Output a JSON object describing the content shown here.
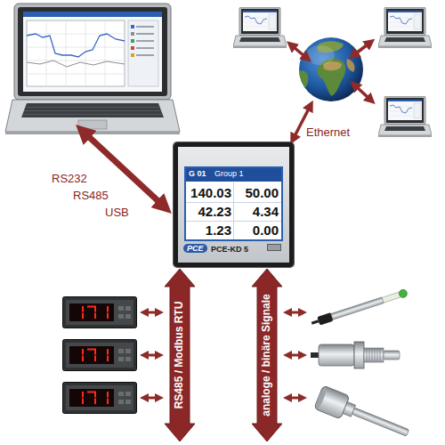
{
  "diagram": {
    "nodes": [
      {
        "text": [
          "PCE",
          "PCE-KD 5"
        ]
      },
      {
        "text": [
          "G 01",
          "Group 1",
          "140.03",
          "50.00",
          "42.23",
          "4.34",
          "1.23",
          "0.00"
        ],
        "in": 0
      },
      {
        "text": [
          "RS485 / Modbus RTU"
        ]
      },
      {
        "text": [
          "analoge / binäre Signale"
        ]
      }
    ],
    "labels": [
      "RS232",
      "RS485",
      "USB",
      "Ethernet"
    ]
  }
}
